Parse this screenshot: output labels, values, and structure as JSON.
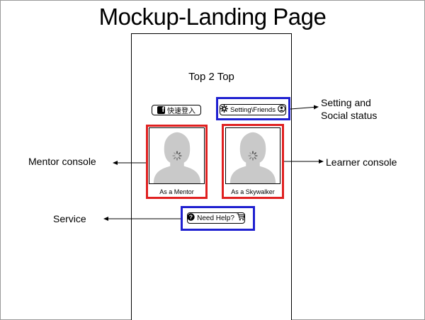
{
  "title": "Mockup-Landing Page",
  "app": {
    "title": "Top 2 Top",
    "fb_login": {
      "icon": "facebook-icon",
      "label": "快速登入"
    },
    "settings": {
      "label": "Setting\\Friends",
      "icon_left": "gear-icon",
      "icon_right": "user-icon"
    },
    "mentor_card": {
      "label": "As a Mentor",
      "icon": "avatar-placeholder-icon"
    },
    "learner_card": {
      "label": "As a Skywalker",
      "icon": "avatar-placeholder-icon"
    },
    "help": {
      "label": "Need Help?",
      "icon_left": "question-icon",
      "icon_right": "cart-icon"
    }
  },
  "annotations": {
    "setting": "Setting and\nSocial status",
    "mentor": "Mentor console",
    "learner": "Learner console",
    "service": "Service"
  },
  "colors": {
    "service_box": "#1f20d0",
    "console_box": "#e02020"
  }
}
